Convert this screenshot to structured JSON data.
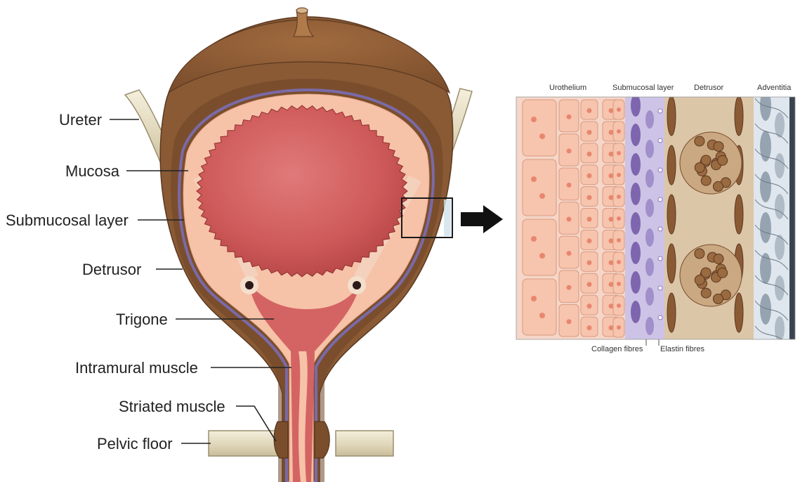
{
  "labels": {
    "ureter": "Ureter",
    "mucosa": "Mucosa",
    "submucosal_layer": "Submucosal layer",
    "detrusor": "Detrusor",
    "trigone": "Trigone",
    "intramural_muscle": "Intramural muscle",
    "striated_muscle": "Striated muscle",
    "pelvic_floor": "Pelvic floor"
  },
  "inset": {
    "headers": {
      "urothelium": "Urothelium",
      "submucosal_layer": "Submucosal layer",
      "detrusor": "Detrusor",
      "adventitia": "Adventitia"
    },
    "collagen_fibres": "Collagen fibres",
    "elastin_fibres": "Elastin fibres"
  },
  "colors": {
    "muscle_brown": "#8a5a35",
    "muscle_dark": "#6b4224",
    "lumen_red": "#c94e4e",
    "mucosa_pink": "#f6c2a8",
    "submucosa_purple": "#7a6aa8",
    "ureter_cream": "#e8e0c8"
  }
}
